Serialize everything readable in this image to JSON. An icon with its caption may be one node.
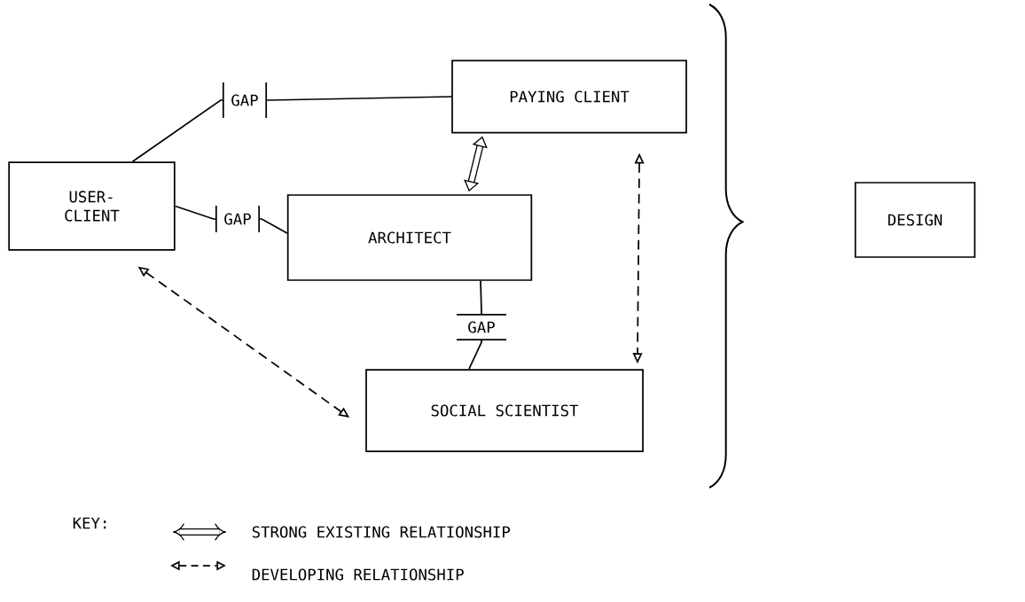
{
  "diagram": {
    "nodes": [
      {
        "text": [
          "USER- CLIENT"
        ]
      },
      {
        "text": [
          "PAYING CLIENT"
        ]
      },
      {
        "text": [
          "ARCHITECT"
        ]
      },
      {
        "text": [
          "SOCIAL SCIENTIST"
        ]
      },
      {
        "text": [
          "DESIGN"
        ]
      },
      {
        "text": [
          "GAP"
        ]
      },
      {
        "text": [
          "GAP"
        ]
      },
      {
        "text": [
          "GAP"
        ]
      }
    ],
    "edges": [
      {
        "from": 0,
        "to": 5,
        "arrow": "none"
      },
      {
        "from": 1,
        "to": 5,
        "arrow": "none"
      },
      {
        "from": 0,
        "to": 6,
        "arrow": "none"
      },
      {
        "from": 2,
        "to": 6,
        "arrow": "none"
      },
      {
        "from": 2,
        "to": 7,
        "arrow": "none"
      },
      {
        "from": 3,
        "to": 7,
        "arrow": "none"
      },
      {
        "from": 1,
        "to": 2,
        "arrow": "both",
        "style": "thick"
      },
      {
        "from": 1,
        "to": 3,
        "arrow": "both",
        "style": "dashed"
      },
      {
        "from": 0,
        "to": 3,
        "arrow": "both",
        "style": "dashed"
      }
    ],
    "labels": [
      "KEY:"
    ],
    "legend": [
      {
        "text": "STRONG EXISTING RELATIONSHIP"
      },
      {
        "text": "DEVELOPING RELATIONSHIP"
      }
    ]
  }
}
